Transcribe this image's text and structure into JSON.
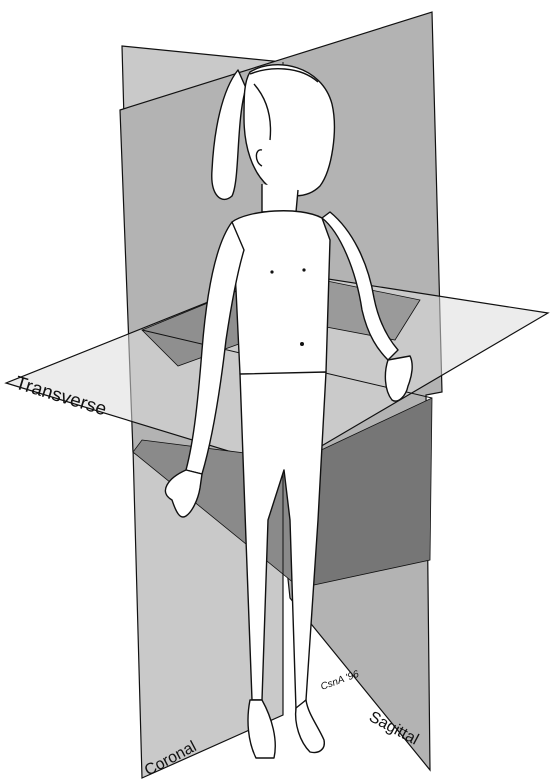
{
  "labels": {
    "transverse": "Transverse",
    "coronal": "Coronal",
    "sagittal": "Sagittal"
  },
  "signature": "CsnA '96",
  "colors": {
    "plane_light": "#c9c9c9",
    "plane_mid": "#a9a9a9",
    "plane_dark": "#7f7f7f",
    "skin": "#ffffff",
    "outline": "#111111"
  }
}
